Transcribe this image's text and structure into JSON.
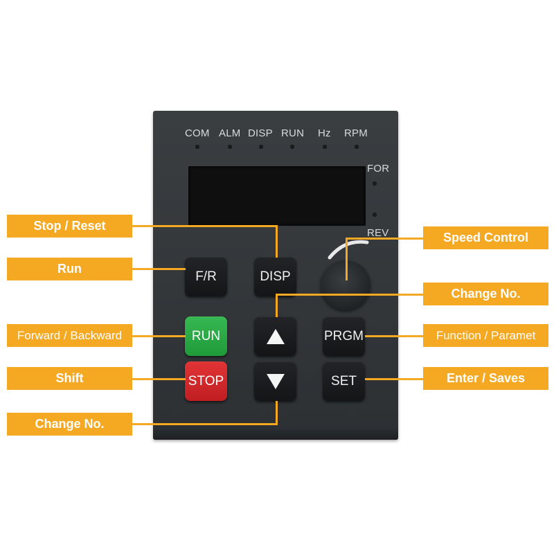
{
  "panel": {
    "indicators": [
      "COM",
      "ALM",
      "DISP",
      "RUN",
      "Hz",
      "RPM"
    ],
    "direction_for": "FOR",
    "direction_rev": "REV",
    "keys": {
      "fr": "F/R",
      "disp": "DISP",
      "run": "RUN",
      "prgm": "PRGM",
      "stop": "STOP",
      "set": "SET"
    }
  },
  "callouts": {
    "stop_reset": "Stop / Reset",
    "run": "Run",
    "forward_backward": "Forward / Backward",
    "shift": "Shift",
    "change_no_bottom": "Change No.",
    "speed_control": "Speed Control",
    "change_no_right": "Change No.",
    "function_param": "Function / Paramet",
    "enter_saves": "Enter / Saves"
  },
  "colors": {
    "callout": "#f5a822",
    "panel": "#363a3d",
    "run_key": "#2aa845",
    "stop_key": "#d42a2d"
  }
}
